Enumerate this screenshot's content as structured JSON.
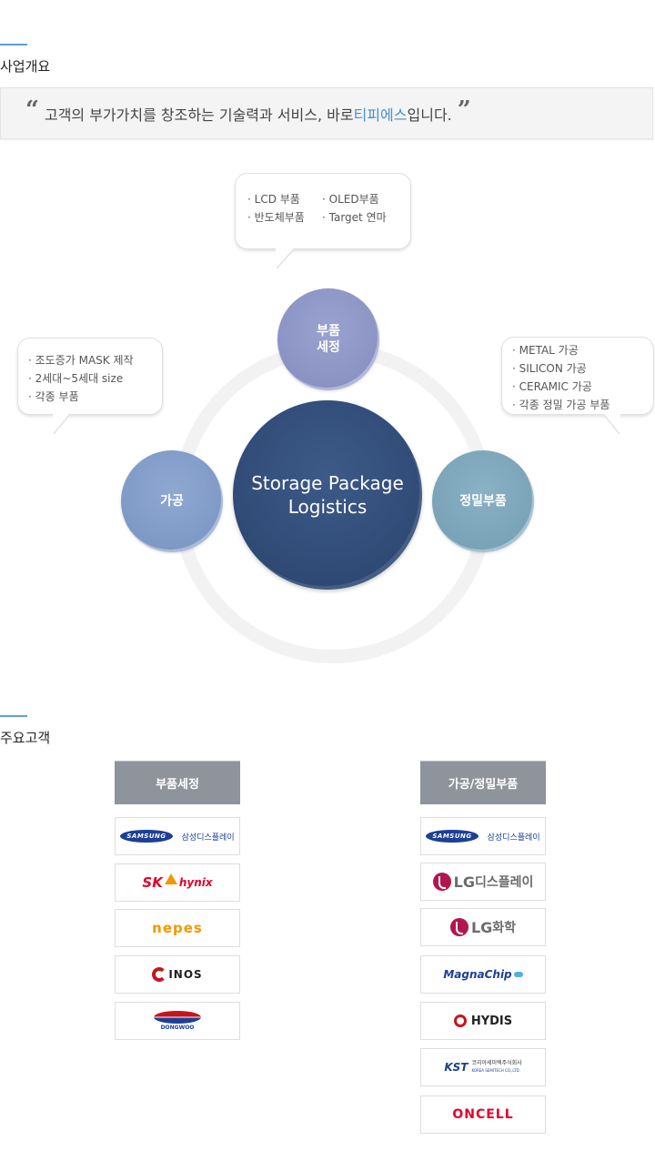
{
  "overview": {
    "title": "사업개요",
    "quote_pre": "고객의 부가가치를 창조하는 기술력과 서비스, 바로 ",
    "quote_brand": "티피에스",
    "quote_post": " 입니다.",
    "quote_open_mark": "“",
    "quote_close_mark": "”"
  },
  "diagram": {
    "center_line1": "Storage  Package",
    "center_line2": "Logistics",
    "top_line1": "부품",
    "top_line2": "세정",
    "left": "가공",
    "right": "정밀부품",
    "bubble_top": [
      "· LCD 부품",
      "· OLED부품",
      "· 반도체부품",
      "· Target 연마"
    ],
    "bubble_left": [
      "· 조도증가 MASK 제작",
      "· 2세대~5세대 size",
      "· 각종 부품"
    ],
    "bubble_right": [
      "· METAL 가공",
      "· SILICON 가공",
      "· CERAMIC 가공",
      "· 각종 정밀 가공 부품"
    ]
  },
  "customers": {
    "title": "주요고객",
    "col1_header": "부품세정",
    "col2_header": "가공/정밀부품",
    "col1_logos": {
      "samsung_mark": "SAMSUNG",
      "samsung_text": "삼성디스플레이",
      "sk": "SK",
      "hynix": "hynix",
      "nepes": "nepes",
      "inos": "INOS",
      "dongwoo": "DONGWOO"
    },
    "col2_logos": {
      "samsung_mark": "SAMSUNG",
      "samsung_text": "삼성디스플레이",
      "lgd_lg": "LG",
      "lgd_text": "디스플레이",
      "lgc_lg": "LG",
      "lgc_text": "화학",
      "magna": "MagnaChip",
      "hydis": "HYDIS",
      "kst_mark": "KST",
      "kst_kor": "코리아세미텍주식회사",
      "kst_eng": "KOREA SEMITECH CO.,LTD.",
      "oncell": "ONCELL"
    }
  },
  "colors": {
    "accent": "#4a90c8",
    "center_circle": "#2f4a75",
    "header_gray": "#8e939c"
  }
}
